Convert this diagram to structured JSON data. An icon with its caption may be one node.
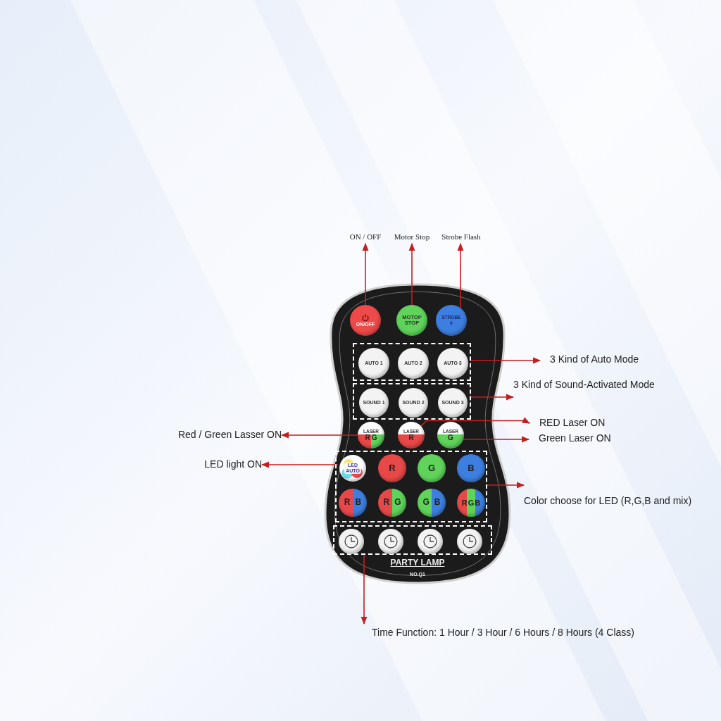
{
  "diagram": {
    "nodes": [
      {
        "text": [
          "PARTY LAMP",
          "NO.Q1"
        ]
      },
      {
        "text": [
          "ON/OFF"
        ],
        "in": 0
      },
      {
        "text": [
          "MOTOP STOP"
        ],
        "in": 0
      },
      {
        "text": [
          "STROBE"
        ],
        "in": 0
      },
      {
        "text": [],
        "shape": "box",
        "in": 0
      },
      {
        "text": [
          "AUTO 1"
        ],
        "in": 4
      },
      {
        "text": [
          "AUTO 2"
        ],
        "in": 4
      },
      {
        "text": [
          "AUTO 3"
        ],
        "in": 4
      },
      {
        "text": [],
        "shape": "box",
        "in": 0
      },
      {
        "text": [
          "SOUND 1"
        ],
        "in": 8
      },
      {
        "text": [
          "SOUND 2"
        ],
        "in": 8
      },
      {
        "text": [
          "SOUND 3"
        ],
        "in": 8
      },
      {
        "text": [
          "LASER",
          "R",
          "G"
        ],
        "in": 0
      },
      {
        "text": [
          "LASER",
          "R"
        ],
        "in": 0
      },
      {
        "text": [
          "LASER",
          "G"
        ],
        "in": 0
      },
      {
        "text": [],
        "shape": "box",
        "in": 0
      },
      {
        "text": [
          "LED AUTO"
        ],
        "in": 15
      },
      {
        "text": [
          "R"
        ],
        "in": 15
      },
      {
        "text": [
          "G"
        ],
        "in": 15
      },
      {
        "text": [
          "B"
        ],
        "in": 15
      },
      {
        "text": [
          "R",
          "B"
        ],
        "in": 15
      },
      {
        "text": [
          "R",
          "G"
        ],
        "in": 15
      },
      {
        "text": [
          "G",
          "B"
        ],
        "in": 15
      },
      {
        "text": [
          "R",
          "G",
          "B"
        ],
        "in": 15
      },
      {
        "text": [],
        "shape": "box",
        "in": 0
      },
      {
        "text": [],
        "shape": "circle",
        "in": 24
      },
      {
        "text": [],
        "shape": "circle",
        "in": 24
      },
      {
        "text": [],
        "shape": "circle",
        "in": 24
      },
      {
        "text": [],
        "shape": "circle",
        "in": 24
      },
      {
        "text": [
          "ON / OFF"
        ]
      },
      {
        "text": [
          "Motor Stop"
        ]
      },
      {
        "text": [
          "Strobe Flash"
        ]
      },
      {
        "text": [
          "3 Kind of Auto Mode"
        ]
      },
      {
        "text": [
          "3 Kind of Sound-Activated Mode"
        ]
      },
      {
        "text": [
          "Red / Green Lasser ON"
        ]
      },
      {
        "text": [
          "RED Laser ON"
        ]
      },
      {
        "text": [
          "Green Laser ON"
        ]
      },
      {
        "text": [
          "LED light ON"
        ]
      },
      {
        "text": [
          "Color choose for LED (R,G,B and mix)"
        ]
      },
      {
        "text": [
          "Time Function: 1 Hour / 3 Hour / 6 Hours / 8 Hours (4 Class)"
        ]
      }
    ],
    "edges": [
      {
        "from": 1,
        "to": 29,
        "arrow": "to"
      },
      {
        "from": 2,
        "to": 30,
        "arrow": "to"
      },
      {
        "from": 3,
        "to": 31,
        "arrow": "to"
      },
      {
        "from": 4,
        "to": 32,
        "arrow": "to"
      },
      {
        "from": 8,
        "to": 33,
        "arrow": "to"
      },
      {
        "from": 12,
        "to": 34,
        "arrow": "to"
      },
      {
        "from": 13,
        "to": 35,
        "arrow": "to"
      },
      {
        "from": 14,
        "to": 36,
        "arrow": "to"
      },
      {
        "from": 16,
        "to": 37,
        "arrow": "to"
      },
      {
        "from": 15,
        "to": 38,
        "arrow": "to"
      },
      {
        "from": 24,
        "to": 39,
        "arrow": "to"
      }
    ]
  }
}
